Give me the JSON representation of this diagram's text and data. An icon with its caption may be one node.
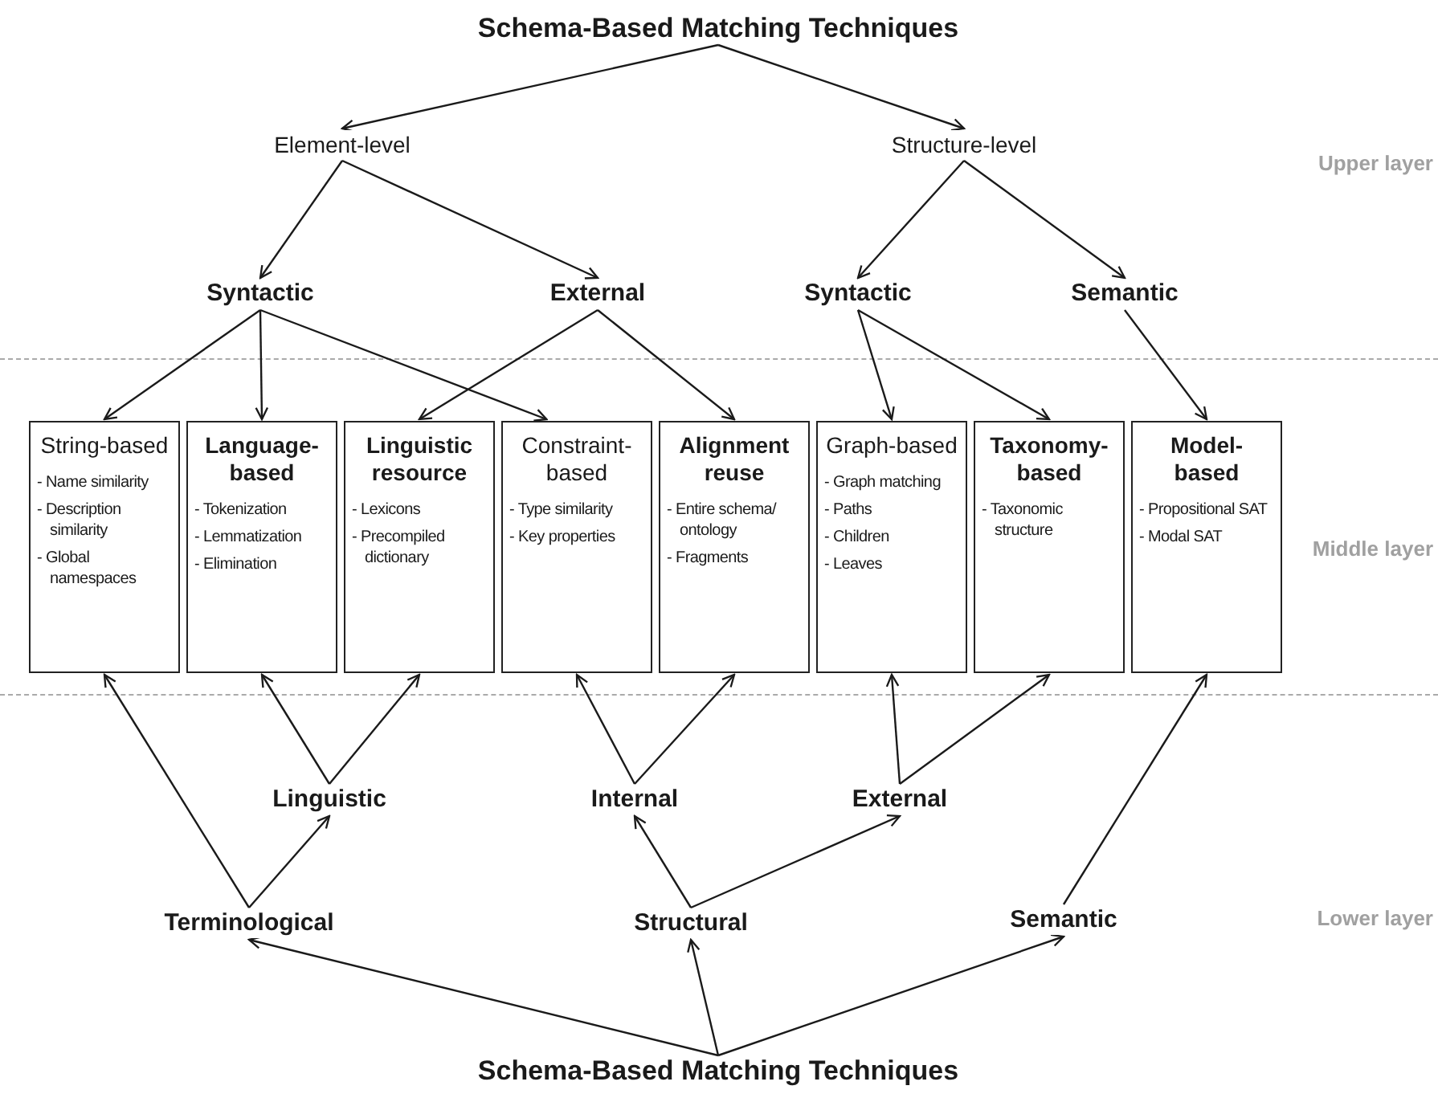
{
  "diagram": {
    "nodes": [
      {
        "text": [
          "Schema-Based Matching Techniques"
        ]
      },
      {
        "text": [
          "Element-level"
        ]
      },
      {
        "text": [
          "Structure-level"
        ]
      },
      {
        "text": [
          "Syntactic"
        ]
      },
      {
        "text": [
          "External"
        ]
      },
      {
        "text": [
          "Syntactic"
        ]
      },
      {
        "text": [
          "Semantic"
        ]
      },
      {
        "text": [
          "String-based",
          "- Name similarity",
          "- Description similarity",
          "- Global namespaces"
        ]
      },
      {
        "text": [
          "Language-based",
          "- Tokenization",
          "- Lemmatization",
          "- Elimination"
        ]
      },
      {
        "text": [
          "Linguistic resource",
          "- Lexicons",
          "- Precompiled dictionary"
        ]
      },
      {
        "text": [
          "Constraint-based",
          "- Type similarity",
          "- Key properties"
        ]
      },
      {
        "text": [
          "Alignment reuse",
          "- Entire schema/ ontology",
          "- Fragments"
        ]
      },
      {
        "text": [
          "Graph-based",
          "- Graph matching",
          "- Paths",
          "- Children",
          "- Leaves"
        ]
      },
      {
        "text": [
          "Taxonomy-based",
          "- Taxonomic structure"
        ]
      },
      {
        "text": [
          "Model-based",
          "- Propositional SAT",
          "- Modal SAT"
        ]
      },
      {
        "text": [
          "Linguistic"
        ]
      },
      {
        "text": [
          "Internal"
        ]
      },
      {
        "text": [
          "External"
        ]
      },
      {
        "text": [
          "Terminological"
        ]
      },
      {
        "text": [
          "Structural"
        ]
      },
      {
        "text": [
          "Semantic"
        ]
      },
      {
        "text": [
          "Schema-Based Matching Techniques"
        ]
      }
    ],
    "edges": [
      {
        "from": 0,
        "to": 1,
        "arrow": "to"
      },
      {
        "from": 0,
        "to": 2,
        "arrow": "to"
      },
      {
        "from": 1,
        "to": 3,
        "arrow": "to"
      },
      {
        "from": 1,
        "to": 4,
        "arrow": "to"
      },
      {
        "from": 2,
        "to": 5,
        "arrow": "to"
      },
      {
        "from": 2,
        "to": 6,
        "arrow": "to"
      },
      {
        "from": 3,
        "to": 7,
        "arrow": "to"
      },
      {
        "from": 3,
        "to": 8,
        "arrow": "to"
      },
      {
        "from": 3,
        "to": 10,
        "arrow": "to"
      },
      {
        "from": 4,
        "to": 9,
        "arrow": "to"
      },
      {
        "from": 4,
        "to": 11,
        "arrow": "to"
      },
      {
        "from": 5,
        "to": 12,
        "arrow": "to"
      },
      {
        "from": 5,
        "to": 13,
        "arrow": "to"
      },
      {
        "from": 6,
        "to": 14,
        "arrow": "to"
      },
      {
        "from": 18,
        "to": 7,
        "arrow": "to"
      },
      {
        "from": 15,
        "to": 8,
        "arrow": "to"
      },
      {
        "from": 15,
        "to": 9,
        "arrow": "to"
      },
      {
        "from": 16,
        "to": 10,
        "arrow": "to"
      },
      {
        "from": 16,
        "to": 11,
        "arrow": "to"
      },
      {
        "from": 17,
        "to": 12,
        "arrow": "to"
      },
      {
        "from": 17,
        "to": 13,
        "arrow": "to"
      },
      {
        "from": 20,
        "to": 14,
        "arrow": "to"
      },
      {
        "from": 18,
        "to": 15,
        "arrow": "to"
      },
      {
        "from": 19,
        "to": 16,
        "arrow": "to"
      },
      {
        "from": 19,
        "to": 17,
        "arrow": "to"
      },
      {
        "from": 21,
        "to": 18,
        "arrow": "to"
      },
      {
        "from": 21,
        "to": 19,
        "arrow": "to"
      },
      {
        "from": 21,
        "to": 20,
        "arrow": "to"
      }
    ],
    "labels": [
      "Upper layer",
      "Middle layer",
      "Lower layer"
    ]
  }
}
